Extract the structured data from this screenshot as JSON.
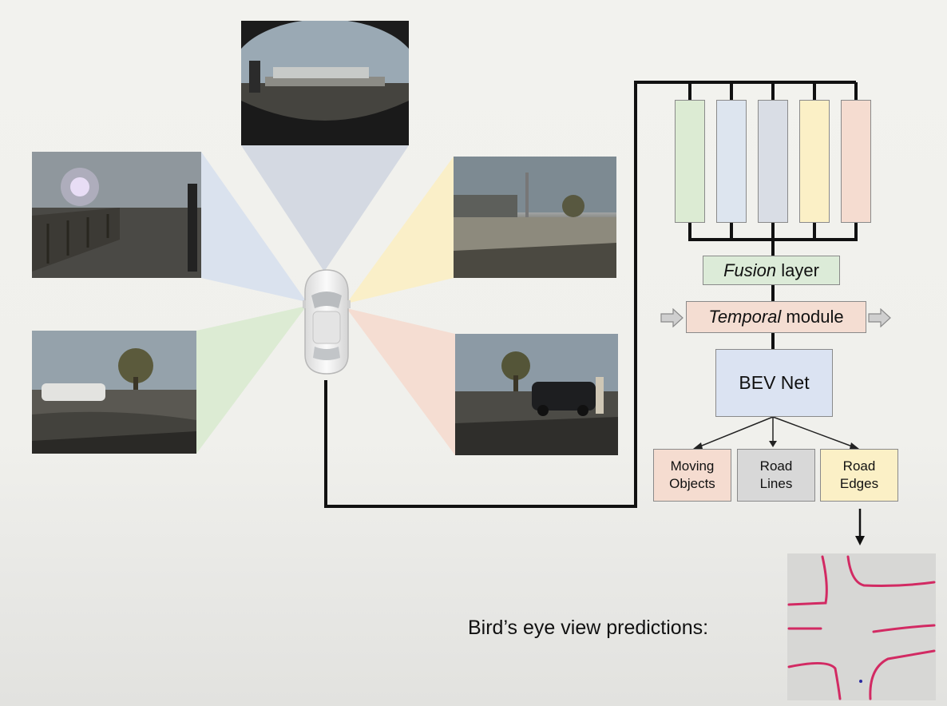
{
  "cameras": [
    {
      "id": "front",
      "label": "front-camera-image"
    },
    {
      "id": "left-front",
      "label": "left-front-camera-image"
    },
    {
      "id": "left-rear",
      "label": "left-rear-camera-image"
    },
    {
      "id": "right-front",
      "label": "right-front-camera-image"
    },
    {
      "id": "right-rear",
      "label": "right-rear-camera-image"
    }
  ],
  "colors": {
    "green": "#dcebd3",
    "blue": "#dde5ef",
    "slate": "#d9dde5",
    "yellow": "#fbf0c6",
    "peach": "#f5dcd0",
    "fusion_fill": "#dcebd8",
    "temporal_fill": "#f4ddd2",
    "bev_fill": "#dbe3f2",
    "roadlines_fill": "#d8d8d8",
    "edges_fill": "#fbf0c6",
    "road_edge_line": "#d22a63"
  },
  "network": {
    "column_colors": [
      "green",
      "blue",
      "slate",
      "yellow",
      "peach"
    ],
    "fusion_italic": "Fusion",
    "fusion_rest": " layer",
    "temporal_italic": "Temporal",
    "temporal_rest": " module",
    "bev_label": "BEV Net",
    "outputs": [
      {
        "label": "Moving\nObjects",
        "color": "peach"
      },
      {
        "label": "Road\nLines",
        "color": "gray"
      },
      {
        "label": "Road\nEdges",
        "color": "yellow"
      }
    ]
  },
  "caption": "Bird’s eye view predictions:"
}
